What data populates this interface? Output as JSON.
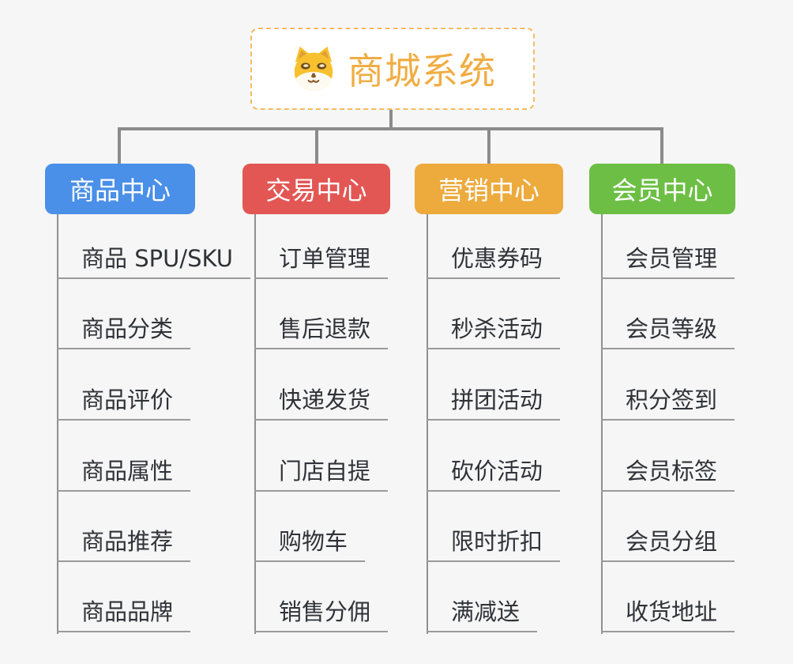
{
  "root": {
    "label": "商城系统",
    "icon": "shiba-dog-icon",
    "text_color": "#f0ad43",
    "border_color": "#f3bb62",
    "background": "#ffffff"
  },
  "branches": [
    {
      "label": "商品中心",
      "color": "#4a8fe8",
      "children": [
        "商品 SPU/SKU",
        "商品分类",
        "商品评价",
        "商品属性",
        "商品推荐",
        "商品品牌"
      ]
    },
    {
      "label": "交易中心",
      "color": "#e25754",
      "children": [
        "订单管理",
        "售后退款",
        "快递发货",
        "门店自提",
        "购物车",
        "销售分佣"
      ]
    },
    {
      "label": "营销中心",
      "color": "#edaa3d",
      "children": [
        "优惠券码",
        "秒杀活动",
        "拼团活动",
        "砍价活动",
        "限时折扣",
        "满减送"
      ]
    },
    {
      "label": "会员中心",
      "color": "#6cbf44",
      "children": [
        "会员管理",
        "会员等级",
        "积分签到",
        "会员标签",
        "会员分组",
        "收货地址"
      ]
    }
  ],
  "style": {
    "canvas_background": "#f6f6f6",
    "connector_color": "#8b8b8b",
    "child_text_color": "#2f3338",
    "child_underline_color": "#9a9a9a",
    "branch_text_color": "#ffffff"
  }
}
